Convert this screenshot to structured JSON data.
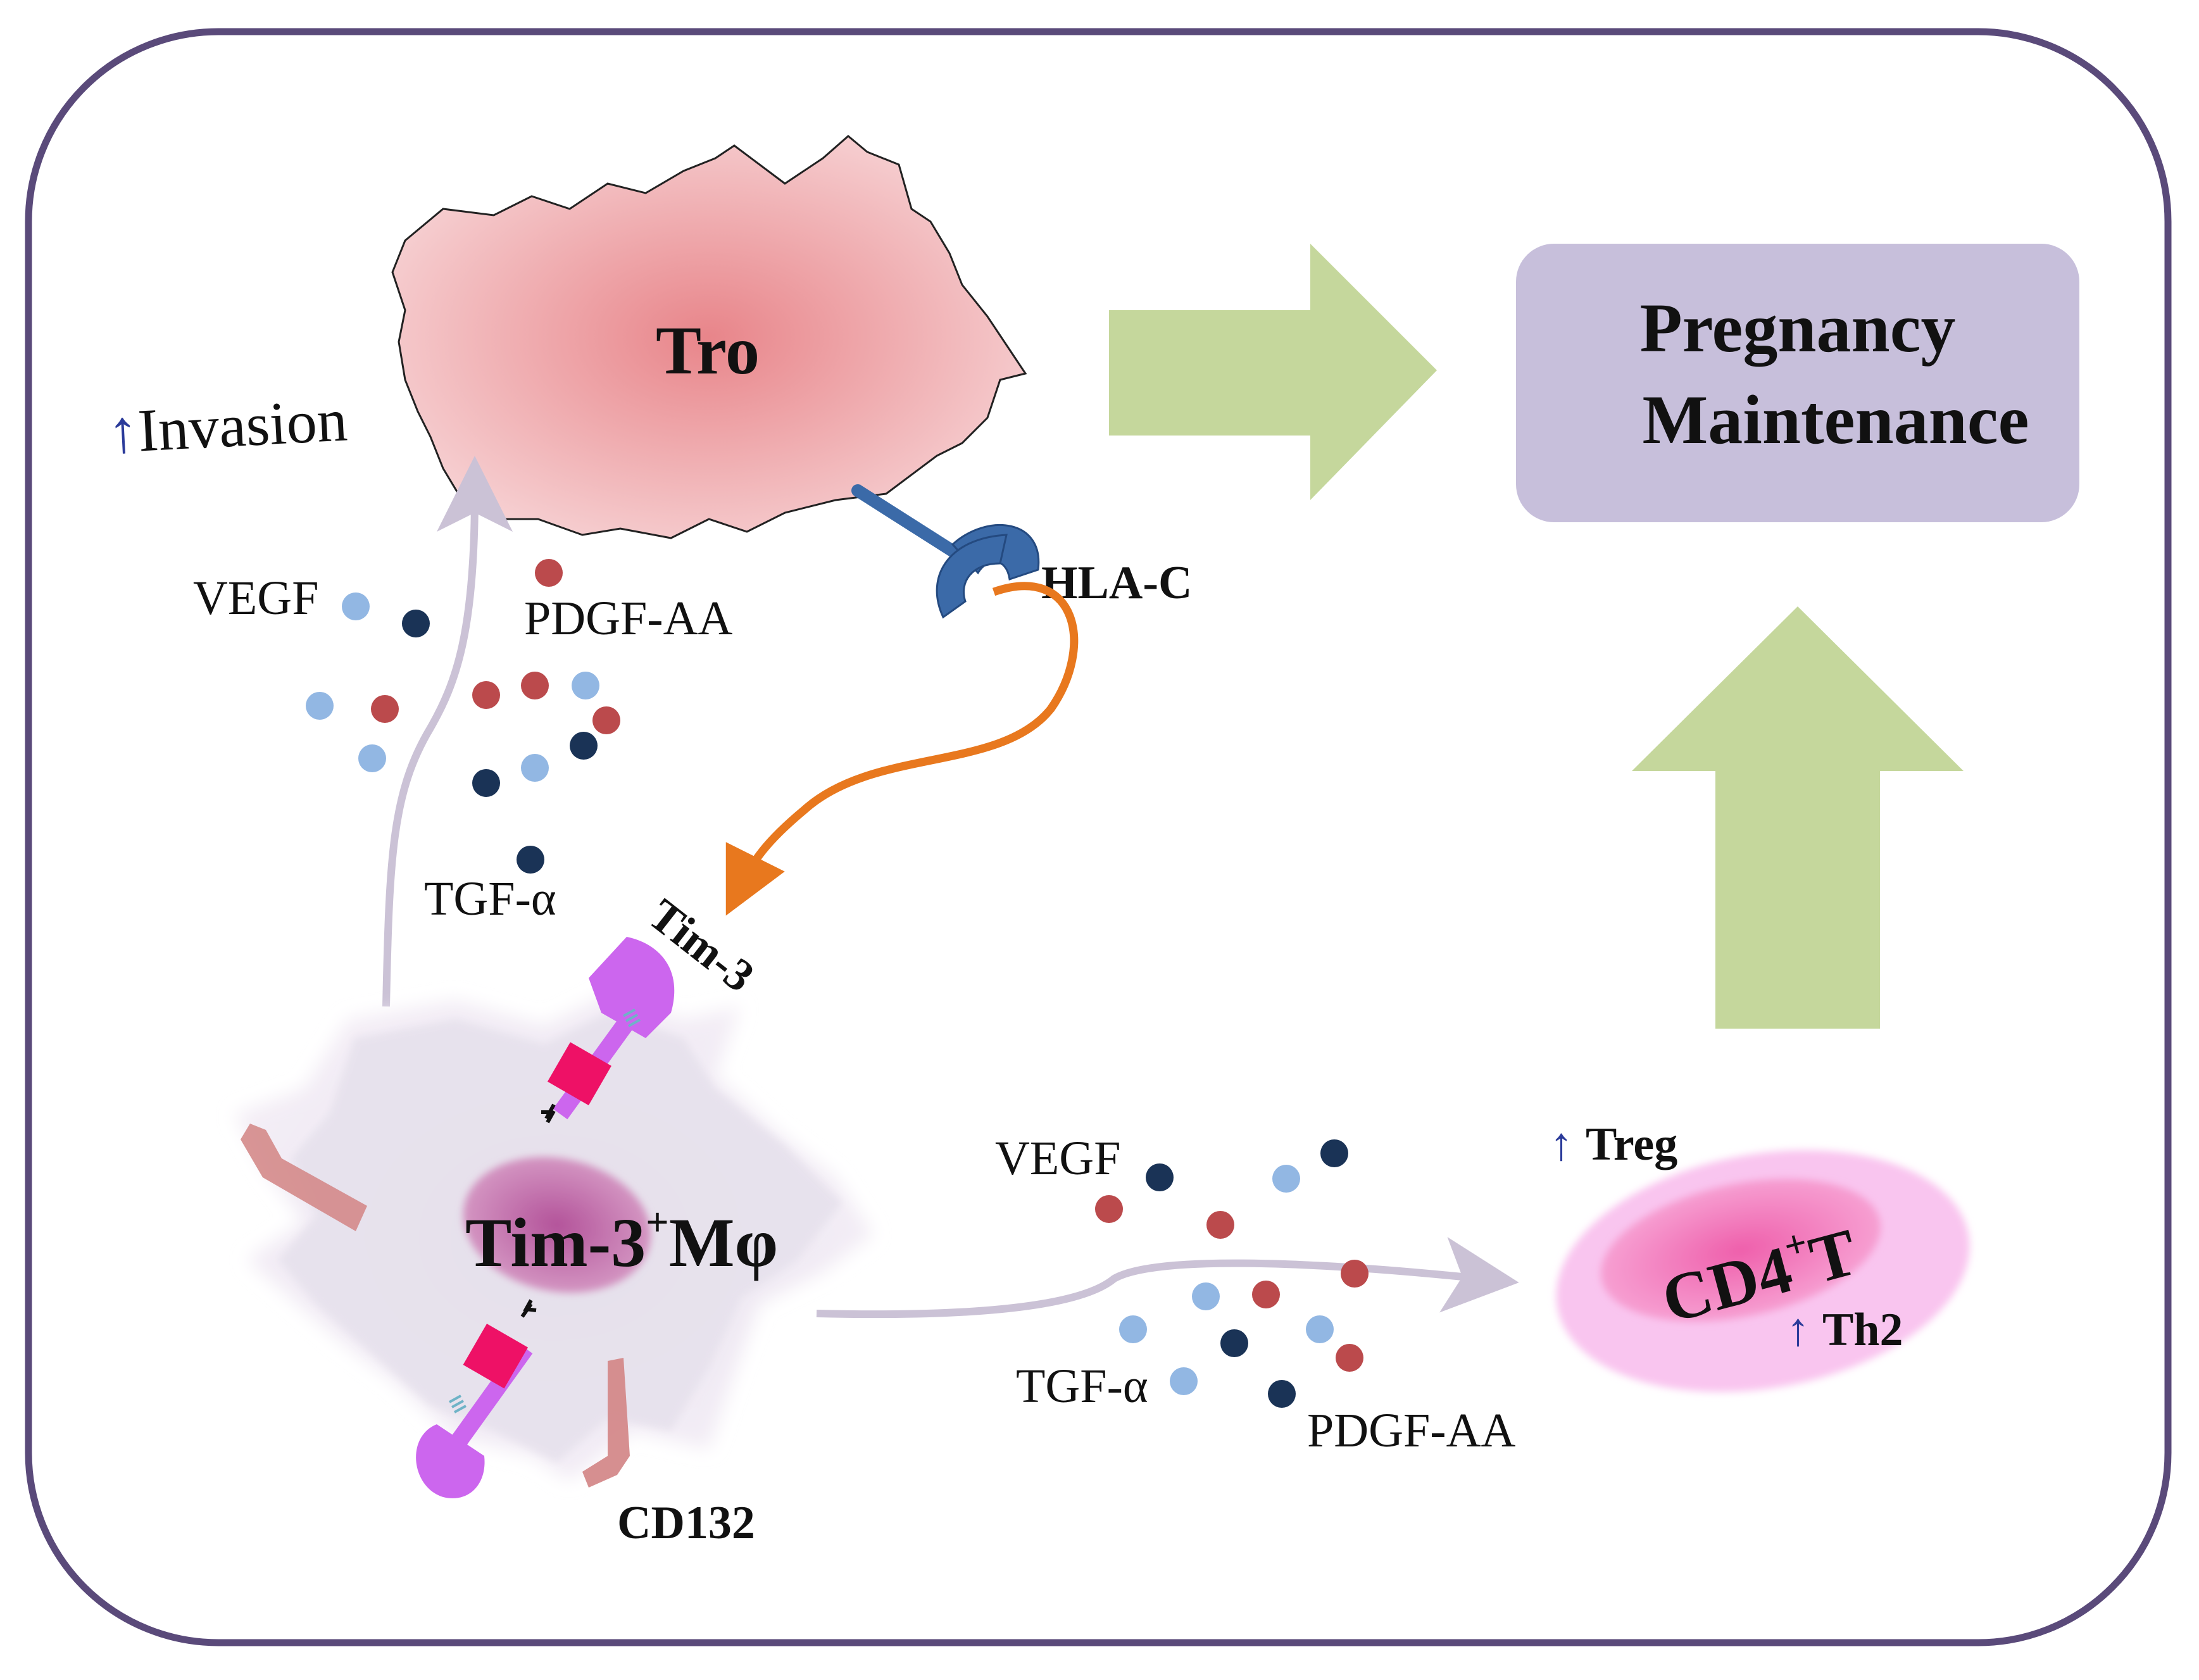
{
  "labels": {
    "tro": "Tro",
    "invasion_arrow": "↑",
    "invasion": "Invasion",
    "outcome": [
      "Pregnancy",
      "Maintenance"
    ],
    "hla_c": "HLA-C",
    "tim3_receptor": "Tim-3",
    "macrophage": "Tim-3",
    "macrophage_sup": "+",
    "macrophage_tail": "Mφ",
    "cd132": "CD132",
    "cd4t": "CD4",
    "cd4t_sup": "+",
    "cd4t_tail": "T",
    "treg_arrow": "↑",
    "treg": "Treg",
    "th2_arrow": "↑",
    "th2": "Th2",
    "left_cluster": {
      "vegf": "VEGF",
      "pdgf": "PDGF-AA",
      "tgf": "TGF-α"
    },
    "right_cluster": {
      "vegf": "VEGF",
      "tgf": "TGF-α",
      "pdgf": "PDGF-AA"
    }
  },
  "colors": {
    "frame": "#5a4a7a",
    "tro_center": "#e8858a",
    "tro_edge": "#f6cfd1",
    "green_arrow": "#c5d79c",
    "outcome_box": "#c7bfdb",
    "hla": "#3b6aa8",
    "orange_arrow": "#e8781e",
    "tim3_purple": "#cc66ee",
    "tim3_red": "#ee1166",
    "cd132": "#d4898a",
    "macrophage_body": "#e6e1ec",
    "macrophage_nucleus": "#c774ac",
    "cd4_outer": "#f9c5ef",
    "cd4_inner": "#f06fb6",
    "pale_arrow": "#cbc2d6",
    "up_arrow_text": "#2b3b9a",
    "dot_light_blue": "#92b7e3",
    "dot_red": "#bb4a4c",
    "dot_navy": "#1a3356"
  },
  "icons": [
    "trophoblast-cell-icon",
    "hla-c-receptor-icon",
    "tim3-receptor-icon",
    "cd132-receptor-icon",
    "macrophage-cell-icon",
    "cd4-t-cell-icon"
  ]
}
